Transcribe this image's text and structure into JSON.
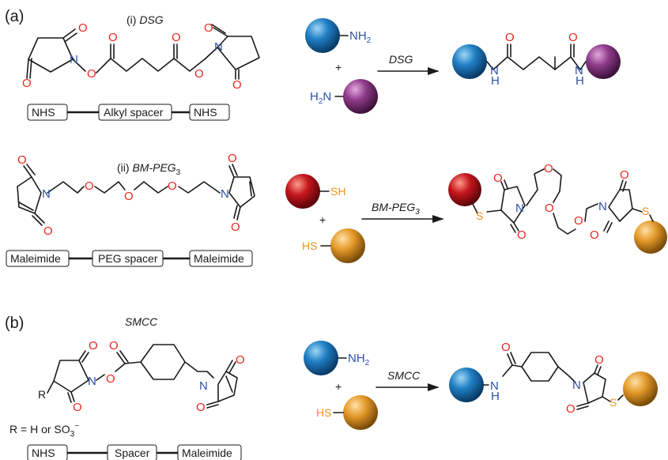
{
  "panels": {
    "a": "(a)",
    "b": "(b)"
  },
  "names": {
    "dsg_prefix": "(i) ",
    "dsg": "DSG",
    "bm_prefix": "(ii) ",
    "bm": "BM-PEG",
    "bm_sub": "3",
    "smcc": "SMCC"
  },
  "atoms": {
    "O": "O",
    "N": "N",
    "S": "S",
    "R": "R",
    "NH2": "NH",
    "two": "2",
    "H2N_H": "H",
    "H2N_N": "N",
    "SH": "SH",
    "HS": "HS",
    "H": "H",
    "plus": "+"
  },
  "boxes": {
    "dsg": [
      "NHS",
      "Alkyl spacer",
      "NHS"
    ],
    "bm": [
      "Maleimide",
      "PEG spacer",
      "Maleimide"
    ],
    "smcc": [
      "NHS",
      "Spacer",
      "Maleimide"
    ]
  },
  "r_note": {
    "text": "R = H or SO",
    "sub": "3",
    "sup": "−"
  },
  "colors": {
    "oxygen": "#e8281e",
    "nitrogen": "#2e4fa3",
    "sulfur": "#f0901e",
    "blue_sphere": "#1f7fc4",
    "purple_sphere": "#8e3b8a",
    "red_sphere": "#c4161c",
    "orange_sphere": "#e49a2a"
  }
}
